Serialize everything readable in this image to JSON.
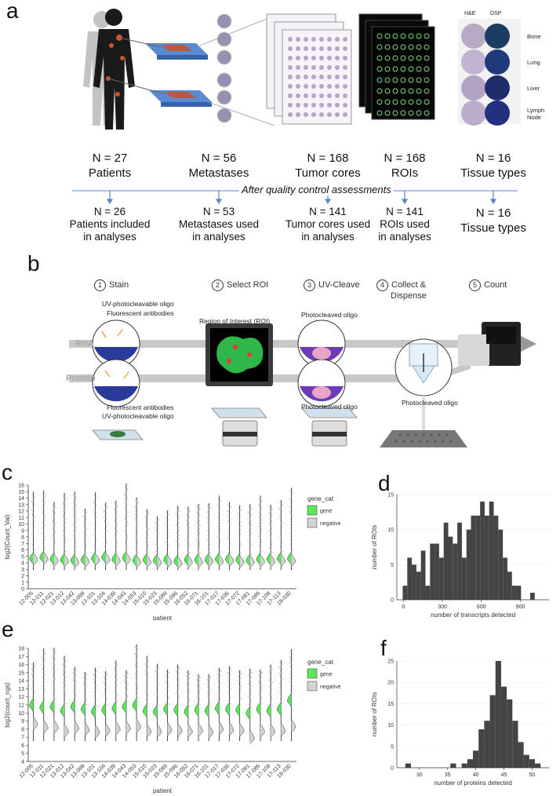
{
  "panel_a": {
    "letter": "a",
    "image_labels": {
      "he": "H&E",
      "dsp": "DSP",
      "tissues": [
        "Bone",
        "Lung",
        "Liver",
        "Lymph Node"
      ]
    },
    "columns": [
      {
        "top_n": "N = 27",
        "top_label": "Patients",
        "bottom_n": "N = 26",
        "bottom_label_1": "Patients included",
        "bottom_label_2": "in analyses"
      },
      {
        "top_n": "N = 56",
        "top_label": "Metastases",
        "bottom_n": "N = 53",
        "bottom_label_1": "Metastases used",
        "bottom_label_2": "in analyses"
      },
      {
        "top_n": "N = 168",
        "top_label": "Tumor cores",
        "bottom_n": "N = 141",
        "bottom_label_1": "Tumor cores used",
        "bottom_label_2": "in analyses"
      },
      {
        "top_n": "N = 168",
        "top_label": "ROIs",
        "bottom_n": "N = 141",
        "bottom_label_1": "ROIs used",
        "bottom_label_2": "in analyses"
      },
      {
        "top_n": "N = 16",
        "top_label": "Tissue types",
        "bottom_n": "N = 16",
        "bottom_label_1": "Tissue types",
        "bottom_label_2": ""
      }
    ],
    "qc_text": "After quality control assessments"
  },
  "panel_b": {
    "letter": "b",
    "steps": [
      {
        "num": "1",
        "label": "Stain"
      },
      {
        "num": "2",
        "label": "Select ROI"
      },
      {
        "num": "3",
        "label": "UV-Cleave"
      },
      {
        "num": "4",
        "label": "Collect &"
      },
      {
        "num": "5",
        "label": "Count"
      }
    ],
    "step4_line2": "Dispense",
    "lanes": {
      "rna": "RNA",
      "protein": "Protein"
    },
    "notes": {
      "uv_oligo_top": "UV-photocleavable oligo",
      "fluor_top": "Fluorescent antibodies",
      "roi": "Region of Interest (ROI)",
      "photo_top": "Photocleaved oligo",
      "fluor_bottom": "Fluorescent antibodies",
      "uv_oligo_bottom": "UV-photocleavable oligo",
      "photo_bottom": "Photocleaved oligo",
      "photo_collect": "Photocleaved oligo"
    }
  },
  "panel_c": {
    "letter": "c"
  },
  "panel_d": {
    "letter": "d"
  },
  "panel_e": {
    "letter": "e"
  },
  "panel_f": {
    "letter": "f"
  },
  "chart_data": [
    {
      "id": "c",
      "type": "violin",
      "title": "",
      "xlabel": "patient",
      "ylabel": "log2(Count_Val)",
      "ylim": [
        0,
        16
      ],
      "yticks": [
        0,
        1,
        2,
        3,
        4,
        5,
        6,
        7,
        8,
        9,
        10,
        11,
        12,
        13,
        14,
        15,
        16
      ],
      "categories": [
        "12-005",
        "12-011",
        "12-021",
        "13-012",
        "13-042",
        "13-099",
        "13-101",
        "13-104",
        "14-039",
        "14-043",
        "14-053",
        "15-010",
        "15-023",
        "15-089",
        "15-096",
        "16-052",
        "16-071",
        "16-101",
        "17-017",
        "17-036",
        "17-072",
        "17-081",
        "17-085",
        "17-108",
        "17-113",
        "18-030"
      ],
      "series": [
        {
          "name": "gene",
          "color": "#5ce65c",
          "median": [
            4.7,
            4.9,
            4.6,
            4.5,
            4.4,
            4.5,
            4.7,
            4.9,
            4.6,
            4.8,
            4.4,
            4.5,
            4.4,
            4.5,
            4.3,
            4.5,
            4.5,
            4.5,
            4.6,
            4.6,
            4.5,
            4.4,
            4.6,
            4.6,
            4.7,
            4.7
          ],
          "max": [
            15.0,
            15.2,
            13.4,
            14.8,
            15.0,
            12.4,
            14.9,
            13.3,
            13.6,
            16.3,
            14.1,
            12.3,
            11.2,
            12.1,
            12.8,
            12.7,
            13.1,
            13.2,
            14.4,
            13.4,
            12.9,
            13.1,
            14.4,
            13.0,
            13.7,
            15.6
          ]
        },
        {
          "name": "negative",
          "color": "#d3d3d3",
          "median": [
            4.6,
            4.7,
            4.4,
            4.3,
            4.2,
            4.3,
            4.5,
            4.6,
            4.4,
            4.6,
            4.2,
            4.2,
            4.1,
            4.2,
            4.0,
            4.2,
            4.2,
            4.3,
            4.3,
            4.4,
            4.2,
            4.2,
            4.3,
            4.3,
            4.4,
            4.4
          ]
        }
      ],
      "legend": {
        "title": "gene_cat",
        "position": "right",
        "entries": [
          "gene",
          "negative"
        ]
      }
    },
    {
      "id": "d",
      "type": "bar",
      "title": "",
      "xlabel": "number of transcripts detected",
      "ylabel": "number of ROIs",
      "xlim": [
        -50,
        1120
      ],
      "ylim": [
        0,
        15
      ],
      "xticks": [
        0,
        300,
        600,
        900
      ],
      "yticks": [
        0,
        5,
        10,
        15
      ],
      "bin_width": 35,
      "bin_start": -5,
      "values": [
        2,
        6,
        5,
        4,
        7,
        2,
        8,
        8,
        6,
        11,
        9,
        8,
        11,
        6,
        10,
        12,
        12,
        14,
        12,
        14,
        12,
        10,
        6,
        4,
        2,
        2,
        0,
        0,
        1
      ],
      "color": "#444444"
    },
    {
      "id": "e",
      "type": "violin",
      "title": "",
      "xlabel": "patient",
      "ylabel": "log2(count_ngs)",
      "ylim": [
        4,
        18
      ],
      "yticks": [
        4,
        5,
        6,
        7,
        8,
        9,
        10,
        11,
        12,
        13,
        14,
        15,
        16,
        17,
        18
      ],
      "categories": [
        "12-005",
        "12-011",
        "12-021",
        "13-012",
        "13-042",
        "13-099",
        "13-101",
        "13-104",
        "14-039",
        "14-043",
        "14-053",
        "15-010",
        "15-023",
        "15-089",
        "15-096",
        "16-052",
        "16-071",
        "16-101",
        "17-017",
        "17-036",
        "17-072",
        "17-081",
        "17-085",
        "17-108",
        "17-113",
        "18-030"
      ],
      "series": [
        {
          "name": "gene",
          "color": "#5ce65c",
          "median": [
            11.0,
            10.7,
            10.8,
            10.3,
            10.8,
            10.5,
            10.2,
            10.4,
            10.6,
            10.8,
            11.0,
            10.3,
            10.2,
            10.5,
            10.4,
            10.2,
            10.4,
            10.3,
            10.6,
            10.5,
            10.4,
            10.0,
            10.5,
            10.3,
            10.5,
            11.6
          ],
          "max": [
            16.3,
            18.0,
            18.1,
            17.1,
            15.7,
            15.1,
            15.6,
            15.2,
            16.5,
            15.3,
            18.5,
            17.1,
            16.1,
            15.4,
            16.0,
            15.3,
            14.8,
            14.8,
            15.6,
            15.8,
            15.3,
            15.5,
            15.4,
            16.0,
            16.6,
            17.9
          ]
        },
        {
          "name": "negative",
          "color": "#d3d3d3",
          "median": [
            8.7,
            8.3,
            8.3,
            7.8,
            8.2,
            8.0,
            7.7,
            7.9,
            8.1,
            8.2,
            8.4,
            7.8,
            7.8,
            8.0,
            7.9,
            7.8,
            7.9,
            7.7,
            8.1,
            8.0,
            7.9,
            7.0,
            7.8,
            7.8,
            7.9,
            8.4
          ]
        }
      ],
      "legend": {
        "title": "gene_cat",
        "position": "right",
        "entries": [
          "gene",
          "negative"
        ]
      }
    },
    {
      "id": "f",
      "type": "bar",
      "title": "",
      "xlabel": "number of proteins detected",
      "ylabel": "number of ROIs",
      "xlim": [
        26,
        53
      ],
      "ylim": [
        0,
        25
      ],
      "xticks": [
        30,
        35,
        40,
        45,
        50
      ],
      "yticks": [
        0,
        5,
        10,
        15,
        20,
        25
      ],
      "bin_width": 1,
      "bin_start": 27.5,
      "values": [
        1,
        0,
        0,
        0,
        0,
        0,
        0,
        0,
        1,
        0,
        1,
        2,
        4,
        9,
        11,
        17,
        25,
        19,
        16,
        11,
        6,
        3,
        2,
        1
      ],
      "color": "#444444"
    }
  ]
}
